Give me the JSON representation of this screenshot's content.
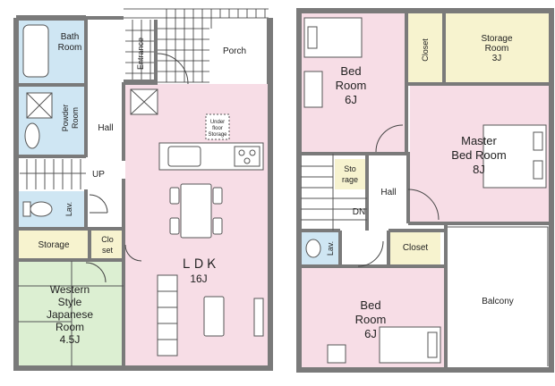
{
  "colors": {
    "pink": "#f7dde6",
    "blue": "#cfe6f3",
    "yellow": "#f7f3cf",
    "green": "#dcefd2",
    "white": "#ffffff",
    "wall": "#7a7a7a"
  },
  "first_floor": {
    "bath_room": [
      "Bath",
      "Room"
    ],
    "powder_room": [
      "Powder",
      "Room"
    ],
    "hall": "Hall",
    "up": "UP",
    "lav": "Lav.",
    "entrance": "Entrance",
    "porch": "Porch",
    "under_floor_storage": [
      "Under",
      "floor",
      "Storage"
    ],
    "storage": "Storage",
    "closet": [
      "Clo",
      "set"
    ],
    "ldk": [
      "ＬＤＫ",
      "16J"
    ],
    "western_room": [
      "Western",
      "Style",
      "Japanese",
      "Room",
      "4.5J"
    ]
  },
  "second_floor": {
    "bed_room_1": [
      "Bed",
      "Room",
      "6J"
    ],
    "closet_top": "Closet",
    "storage_room": [
      "Storage",
      "Room",
      "3J"
    ],
    "master_bed_room": [
      "Master",
      "Bed Room",
      "8J"
    ],
    "storage_small": [
      "Sto",
      "rage"
    ],
    "hall": "Hall",
    "dn": "DN",
    "lav": "Lav.",
    "closet_mid": "Closet",
    "bed_room_2": [
      "Bed",
      "Room",
      "6J"
    ],
    "balcony": "Balcony"
  }
}
